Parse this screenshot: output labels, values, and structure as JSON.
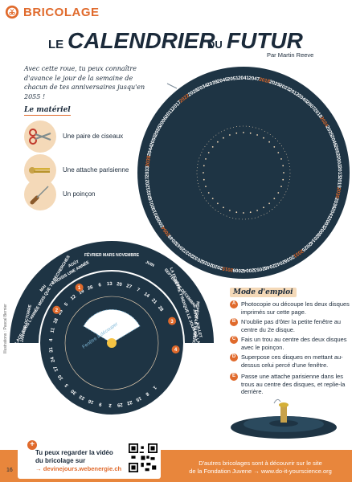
{
  "section": {
    "label": "BRICOLAGE",
    "icon": "scissors-gear-icon"
  },
  "title": {
    "part1": "LE",
    "part2": "CALENDRIER",
    "part3": "DU",
    "part4": "FUTUR"
  },
  "author": "Par Martin Reeve",
  "intro": "Avec cette roue, tu peux connaître d'avance le jour de la semaine de chacun de tes anniversaires jusqu'en 2055 !",
  "materials": {
    "title": "Le matériel",
    "items": [
      {
        "label": "Une paire de ciseaux",
        "icon": "scissors-icon"
      },
      {
        "label": "Une attache parisienne",
        "icon": "paper-fastener-icon"
      },
      {
        "label": "Un poinçon",
        "icon": "awl-icon"
      }
    ]
  },
  "disc": {
    "outer_years": [
      "2041",
      "2047",
      "2018",
      "2029",
      "2023",
      "2012",
      "2040",
      "2007",
      "2018",
      "2024",
      "2035",
      "2046",
      "2052",
      "2002",
      "2013",
      "2019",
      "2030",
      "2036",
      "2041",
      "2003",
      "2008",
      "2014",
      "2025",
      "2031",
      "2036",
      "2042",
      "2048",
      "2053",
      "2004",
      "2009",
      "2015",
      "2020",
      "2026",
      "2032",
      "2037",
      "2043",
      "2049",
      "2054",
      "2005",
      "2010",
      "2016",
      "2021",
      "2027",
      "2033",
      "2038",
      "2044",
      "2050",
      "2055",
      "2006",
      "2011",
      "2017",
      "2022",
      "2028",
      "2034",
      "2039",
      "2045",
      "2051"
    ],
    "highlight_color": "#e06a2c",
    "ring_color": "#1e3444"
  },
  "wheel": {
    "steps": [
      {
        "n": "1",
        "text": "CHOISIS UNE ANNÉE"
      },
      {
        "n": "2",
        "text": "PLACE SOUS L'ANNÉE MOIS QUE TU RECHERCHES"
      },
      {
        "n": "3",
        "text": "LA FENÊTRE T'INDIQUE LE JOUR DE LA SEMAINE"
      },
      {
        "n": "4",
        "text": "REPÈRE LE NUMÉRO DU JOUR QUI T'INTÉRESSE"
      }
    ],
    "months": [
      "JANVIER OCTOBRE",
      "MAI",
      "AOÛT",
      "FÉVRIER MARS NOVEMBRE",
      "JUIN",
      "SEPTEMBRE DÉCEMBRE",
      "AVRIL JUILLET"
    ],
    "window_label": "Fenêtre à découper",
    "days_of_month": [
      "1",
      "8",
      "15",
      "22",
      "29",
      "2",
      "9",
      "16",
      "23",
      "30",
      "3",
      "10",
      "17",
      "24",
      "31",
      "4",
      "11",
      "18",
      "25",
      "5",
      "12",
      "19",
      "26",
      "6",
      "13",
      "20",
      "27",
      "7",
      "14",
      "21",
      "28"
    ]
  },
  "mode": {
    "title": "Mode d'emploi",
    "steps": [
      {
        "badge": "A",
        "text": "Photocopie ou découpe les deux disques imprimés sur cette page."
      },
      {
        "badge": "B",
        "text": "N'oublie pas d'ôter la petite fenêtre au centre du 2e disque."
      },
      {
        "badge": "C",
        "text": "Fais un trou au centre des deux disques avec le poinçon."
      },
      {
        "badge": "D",
        "text": "Superpose ces disques en mettant au-dessus celui percé d'une fenêtre."
      },
      {
        "badge": "E",
        "text": "Passe une attache parisienne dans les trous au centre des disques, et replie-la derrière."
      }
    ]
  },
  "video": {
    "line1": "Tu peux regarder la vidéo",
    "line2": "du bricolage sur",
    "link": "→ devinejours.webenergie.ch"
  },
  "footer": {
    "line1": "D'autres bricolages sont à découvrir sur le site",
    "line2": "de la Fondation Juvene → www.do-it-yourscience.org"
  },
  "page_number": "16",
  "credit": "Illustrations : Pascal Bernier",
  "colors": {
    "accent": "#e06a2c",
    "navy": "#1e3444",
    "peach": "#f4d9b8",
    "footer": "#e8863c"
  }
}
